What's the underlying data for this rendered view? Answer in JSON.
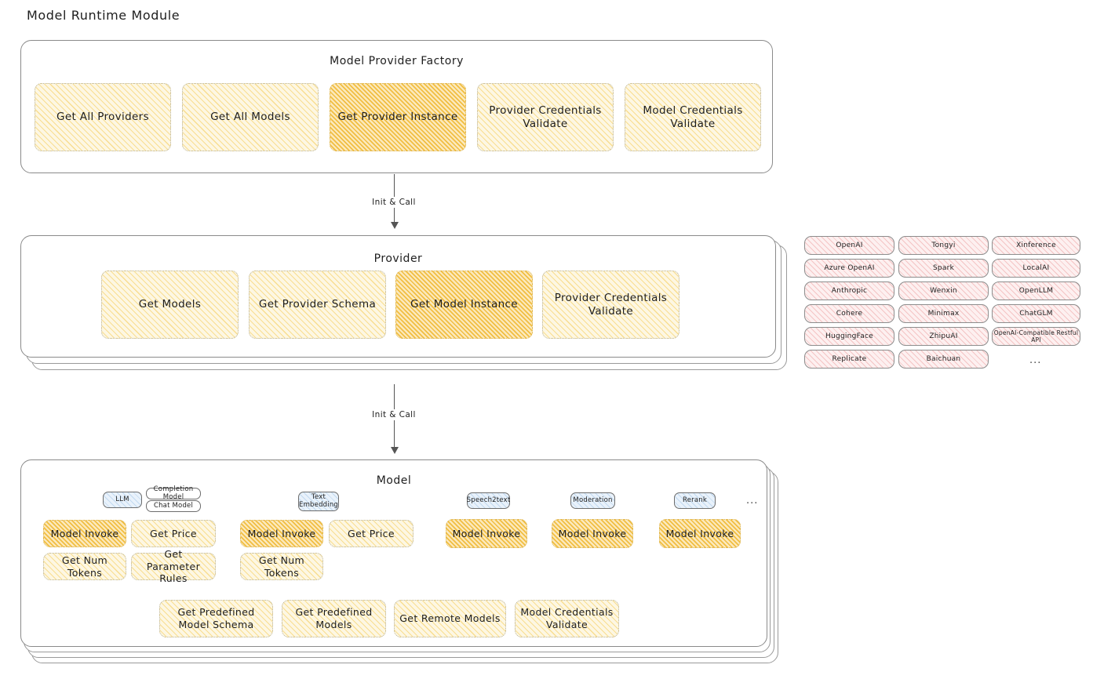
{
  "page": {
    "title": "Model Runtime Module"
  },
  "factory": {
    "title": "Model Provider Factory",
    "items": [
      {
        "label": "Get All Providers",
        "highlight": false
      },
      {
        "label": "Get All Models",
        "highlight": false
      },
      {
        "label": "Get Provider Instance",
        "highlight": true
      },
      {
        "label": "Provider Credentials Validate",
        "highlight": false
      },
      {
        "label": "Model Credentials Validate",
        "highlight": false
      }
    ]
  },
  "arrows": [
    {
      "label": "Init & Call"
    },
    {
      "label": "Init & Call"
    }
  ],
  "provider": {
    "title": "Provider",
    "items": [
      {
        "label": "Get Models",
        "highlight": false
      },
      {
        "label": "Get Provider Schema",
        "highlight": false
      },
      {
        "label": "Get Model Instance",
        "highlight": true
      },
      {
        "label": "Provider Credentials Validate",
        "highlight": false
      }
    ]
  },
  "provider_list": {
    "columns": [
      {
        "items": [
          "OpenAI",
          "Azure OpenAI",
          "Anthropic",
          "Cohere",
          "HuggingFace",
          "Replicate"
        ]
      },
      {
        "items": [
          "Tongyi",
          "Spark",
          "Wenxin",
          "Minimax",
          "ZhipuAI",
          "Baichuan"
        ]
      },
      {
        "items": [
          "Xinference",
          "LocalAI",
          "OpenLLM",
          "ChatGLM",
          "OpenAI-Compatible Restful API"
        ]
      }
    ],
    "more": "..."
  },
  "model": {
    "title": "Model",
    "more": "...",
    "types": [
      {
        "name": "LLM",
        "sub_badges": [
          "Completion Model",
          "Chat Model"
        ],
        "methods": [
          {
            "label": "Model Invoke",
            "highlight": true
          },
          {
            "label": "Get Price",
            "highlight": false
          },
          {
            "label": "Get Num Tokens",
            "highlight": false
          },
          {
            "label": "Get Parameter Rules",
            "highlight": false
          }
        ]
      },
      {
        "name": "Text Embedding",
        "sub_badges": [],
        "methods": [
          {
            "label": "Model Invoke",
            "highlight": true
          },
          {
            "label": "Get Price",
            "highlight": false
          },
          {
            "label": "Get Num Tokens",
            "highlight": false
          }
        ]
      },
      {
        "name": "Speech2text",
        "sub_badges": [],
        "methods": [
          {
            "label": "Model Invoke",
            "highlight": true
          }
        ]
      },
      {
        "name": "Moderation",
        "sub_badges": [],
        "methods": [
          {
            "label": "Model Invoke",
            "highlight": true
          }
        ]
      },
      {
        "name": "Rerank",
        "sub_badges": [],
        "methods": [
          {
            "label": "Model Invoke",
            "highlight": true
          }
        ]
      }
    ],
    "common_methods": [
      {
        "label": "Get Predefined Model Schema"
      },
      {
        "label": "Get Predefined Models"
      },
      {
        "label": "Get Remote Models"
      },
      {
        "label": "Model Credentials Validate"
      }
    ]
  },
  "colors": {
    "chip_fill": "#fdf7e3",
    "chip_highlight_fill": "#fbe9bd",
    "pill_fill": "#fdf0f0",
    "badge_fill": "#e9f2fb",
    "stroke": "#8a8a8a"
  }
}
